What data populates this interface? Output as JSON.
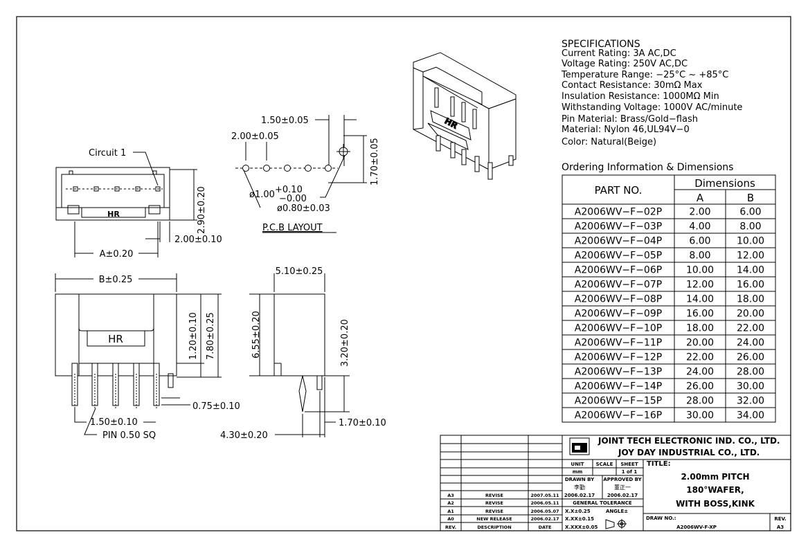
{
  "specs": {
    "heading": "SPECIFICATIONS",
    "lines": [
      "Current Rating: 3A AC,DC",
      "Voltage Rating: 250V AC,DC",
      "Temperature Range: −25°C ~ +85°C",
      "Contact Resistance: 30mΩ Max",
      "Insulation Resistance: 1000MΩ Min",
      "Withstanding Voltage: 1000V AC/minute",
      "Pin Material: Brass/Gold−flash",
      "Material: Nylon 46,UL94V−0",
      "Color: Natural(Beige)"
    ]
  },
  "ordering": {
    "heading": "Ordering Information & Dimensions",
    "part_header": "PART NO.",
    "dims_header": "Dimensions",
    "col_a": "A",
    "col_b": "B",
    "rows": [
      [
        "A2006WV−F−02P",
        "2.00",
        "6.00"
      ],
      [
        "A2006WV−F−03P",
        "4.00",
        "8.00"
      ],
      [
        "A2006WV−F−04P",
        "6.00",
        "10.00"
      ],
      [
        "A2006WV−F−05P",
        "8.00",
        "12.00"
      ],
      [
        "A2006WV−F−06P",
        "10.00",
        "14.00"
      ],
      [
        "A2006WV−F−07P",
        "12.00",
        "16.00"
      ],
      [
        "A2006WV−F−08P",
        "14.00",
        "18.00"
      ],
      [
        "A2006WV−F−09P",
        "16.00",
        "20.00"
      ],
      [
        "A2006WV−F−10P",
        "18.00",
        "22.00"
      ],
      [
        "A2006WV−F−11P",
        "20.00",
        "24.00"
      ],
      [
        "A2006WV−F−12P",
        "22.00",
        "26.00"
      ],
      [
        "A2006WV−F−13P",
        "24.00",
        "28.00"
      ],
      [
        "A2006WV−F−14P",
        "26.00",
        "30.00"
      ],
      [
        "A2006WV−F−15P",
        "28.00",
        "32.00"
      ],
      [
        "A2006WV−F−16P",
        "30.00",
        "34.00"
      ]
    ]
  },
  "drawing": {
    "circuit_label": "Circuit 1",
    "hr": "HR",
    "dim_290": "2.90±0.20",
    "dim_200_010": "2.00±0.10",
    "dim_a": "A±0.20",
    "dim_b": "B±0.25",
    "dim_120": "1.20±0.10",
    "dim_780": "7.80±0.25",
    "dim_075": "0.75±0.10",
    "dim_150_010": "1.50±0.10",
    "pin_note": "PIN 0.50 SQ",
    "dim_510": "5.10±0.25",
    "dim_655": "6.55±0.20",
    "dim_320": "3.20±0.20",
    "dim_170_010": "1.70±0.10",
    "dim_430": "4.30±0.20",
    "pcb_150": "1.50±0.05",
    "pcb_200": "2.00±0.05",
    "pcb_170": "1.70±0.05",
    "pcb_hole_main": "ø1.00",
    "pcb_hole_tol_plus": "+0.10",
    "pcb_hole_tol_minus": "−0.00",
    "pcb_hole2": "ø0.80±0.03",
    "pcb_title": "P.C.B LAYOUT"
  },
  "title_block": {
    "company1": "JOINT TECH ELECTRONIC IND. CO., LTD.",
    "company2": "JOY DAY INDUSTRIAL CO., LTD.",
    "unit_label": "UNIT",
    "unit_value": "mm",
    "scale_label": "SCALE",
    "sheet_label": "SHEET",
    "sheet_value": "1 of 1",
    "title_label": "TITLE:",
    "drawn_by": "DRAWN BY",
    "drawn_name": "李勤",
    "drawn_date": "2006.02.17",
    "approved_by": "APPROVED BY",
    "approved_name": "董正一",
    "approved_date": "2006.02.17",
    "general_tol": "GENERAL TOLERANCE",
    "tol1": "X.X±0.25",
    "tol2": "X.XX±0.15",
    "tol3": "X.XXX±0.05",
    "angle": "ANGLE±",
    "title1": "2.00mm PITCH",
    "title2": "180°WAFER,",
    "title3": "WITH BOSS,KINK",
    "draw_no_label": "DRAW NO.:",
    "draw_no": "A2006WV-F-XP",
    "rev_label": "REV.",
    "rev_value": "A3",
    "revisions": [
      [
        "A3",
        "REVISE",
        "2007.05.11"
      ],
      [
        "A2",
        "REVISE",
        "2006.05.11"
      ],
      [
        "A1",
        "REVISE",
        "2006.05.07"
      ],
      [
        "A0",
        "NEW RELEASE",
        "2006.02.17"
      ]
    ],
    "rev_col": "REV.",
    "desc_col": "DESCRIPTION",
    "date_col": "DATE"
  }
}
